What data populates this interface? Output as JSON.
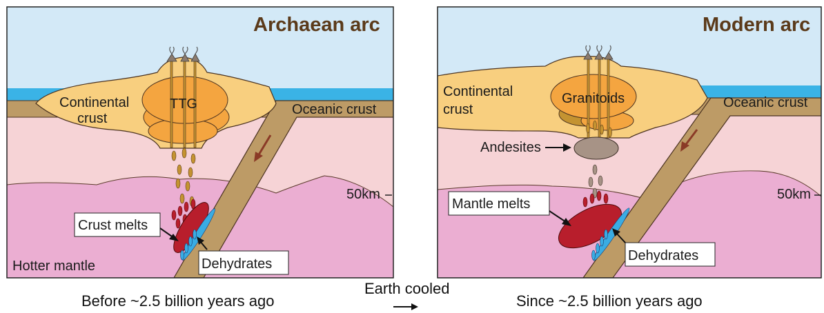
{
  "left_panel": {
    "title": "Archaean arc",
    "core_label": "TTG",
    "continental_crust": [
      "Continental",
      "crust"
    ],
    "oceanic_crust": "Oceanic crust",
    "depth_label": "50km",
    "melts_callout": "Crust melts",
    "dehydrates_callout": "Dehydrates",
    "mantle_label": "Hotter mantle",
    "caption": "Before ~2.5 billion years ago"
  },
  "middle": {
    "transition_label": "Earth cooled"
  },
  "right_panel": {
    "title": "Modern arc",
    "core_label": "Granitoids",
    "continental_crust": [
      "Continental",
      "crust"
    ],
    "oceanic_crust": "Oceanic crust",
    "andesites_label": "Andesites",
    "depth_label": "50km",
    "melts_callout": "Mantle melts",
    "dehydrates_callout": "Dehydrates",
    "caption": "Since ~2.5 billion years ago"
  },
  "colors": {
    "sky": "#d3e9f7",
    "ocean": "#3ab3e6",
    "continental_crust": "#f8cf7f",
    "core": "#f4a540",
    "oceanic_crust": "#bd9b66",
    "lithosphere": "#f6d3d6",
    "mantle": "#ebaed2",
    "melt_red": "#b81e2c",
    "dehydrate_blue": "#3aace3",
    "andesite_grey": "#a79386"
  }
}
